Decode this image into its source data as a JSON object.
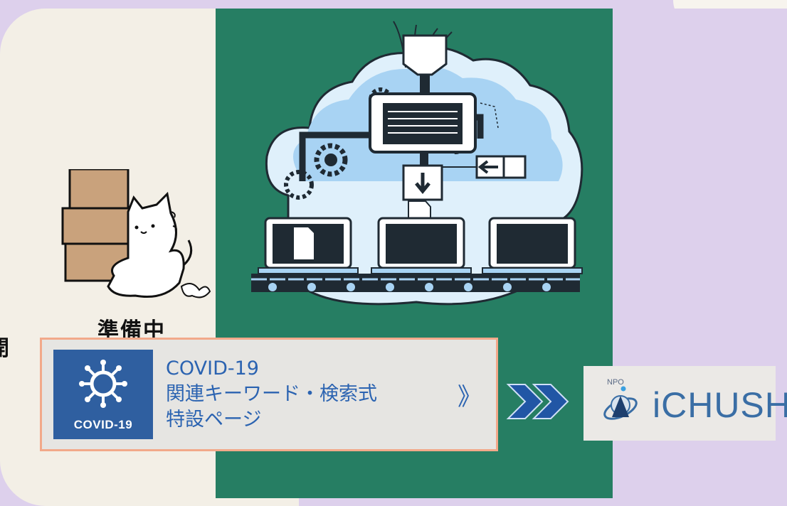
{
  "status_label": "準備中",
  "cut_glyph": "開",
  "covid_link": {
    "badge_label": "COVID-19",
    "line1": "COVID-19",
    "line2": "関連キーワード・検索式",
    "line3": "特設ページ",
    "chevron": "》"
  },
  "logo": {
    "npo": "NPO",
    "name": "iCHUSHi"
  },
  "colors": {
    "green_panel": "#267e63",
    "lavender": "#ddd0ec",
    "cream": "#f3efe6",
    "covid_blue": "#2f5fa0",
    "link_text": "#2b63b1",
    "card_border": "#f2a98a",
    "arrow_blue": "#2156a5"
  }
}
